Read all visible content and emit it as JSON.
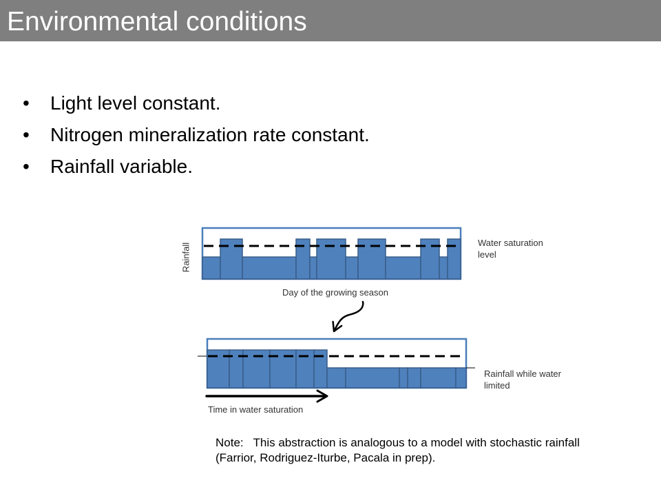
{
  "slide": {
    "title": "Environmental conditions"
  },
  "bullets": [
    "Light level constant.",
    "Nitrogen mineralization rate constant.",
    "Rainfall variable."
  ],
  "diagram": {
    "top_panel": {
      "axis_label": "Rainfall",
      "line_label": "Water saturation level",
      "x_label": "Day of the growing season"
    },
    "bottom_panel": {
      "line_label": "Rainfall while water limited",
      "arrow_label": "Time in water saturation"
    }
  },
  "note": "Note:   This abstraction is analogous to a model with stochastic rainfall (Farrior, Rodriguez-Iturbe, Pacala in prep).",
  "colors": {
    "title_bar": "#7f7f7f",
    "title_text": "#ffffff",
    "bar_fill": "#4f81bd",
    "bar_stroke": "#385d8a",
    "frame": "#4a7ebb",
    "ink": "#000000",
    "label_text": "#333333"
  }
}
